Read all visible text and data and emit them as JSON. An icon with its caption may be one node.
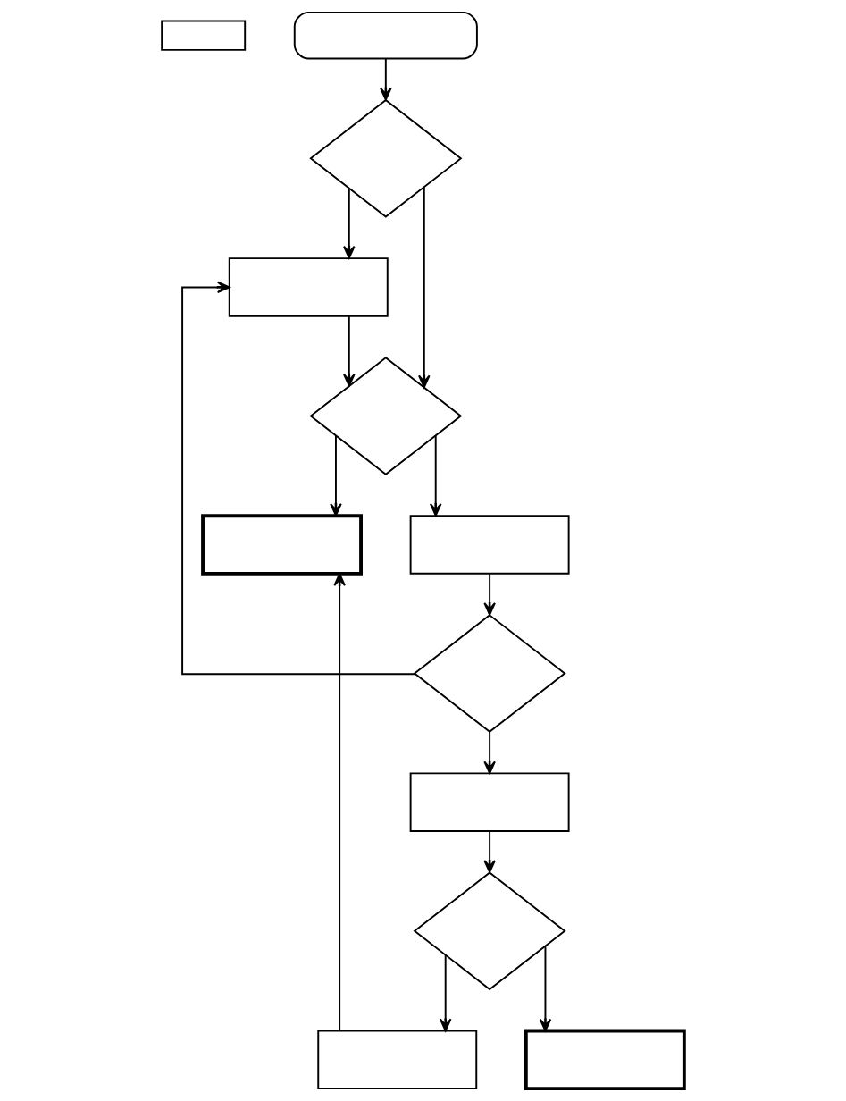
{
  "diagram": {
    "nodes": [
      {
        "text": [],
        "shape": "box"
      },
      {
        "text": [],
        "shape": "box"
      },
      {
        "text": [],
        "shape": "diamond"
      },
      {
        "text": [],
        "shape": "box"
      },
      {
        "text": [],
        "shape": "diamond"
      },
      {
        "text": [],
        "shape": "box"
      },
      {
        "text": [],
        "shape": "box"
      },
      {
        "text": [],
        "shape": "diamond"
      },
      {
        "text": [],
        "shape": "box"
      },
      {
        "text": [],
        "shape": "diamond"
      },
      {
        "text": [],
        "shape": "box"
      },
      {
        "text": [],
        "shape": "box"
      }
    ],
    "edges": [
      {
        "from": 1,
        "to": 2,
        "arrow": "to"
      },
      {
        "from": 2,
        "to": 4,
        "arrow": "to"
      },
      {
        "from": 2,
        "to": 3,
        "arrow": "to"
      },
      {
        "from": 3,
        "to": 4,
        "arrow": "to"
      },
      {
        "from": 4,
        "to": 5,
        "arrow": "to"
      },
      {
        "from": 4,
        "to": 6,
        "arrow": "to"
      },
      {
        "from": 6,
        "to": 7,
        "arrow": "to"
      },
      {
        "from": 7,
        "to": 8,
        "arrow": "to"
      },
      {
        "from": 7,
        "to": 3,
        "arrow": "to"
      },
      {
        "from": 8,
        "to": 9,
        "arrow": "to"
      },
      {
        "from": 9,
        "to": 10,
        "arrow": "to"
      },
      {
        "from": 9,
        "to": 11,
        "arrow": "to"
      },
      {
        "from": 10,
        "to": 5,
        "arrow": "to"
      }
    ]
  }
}
